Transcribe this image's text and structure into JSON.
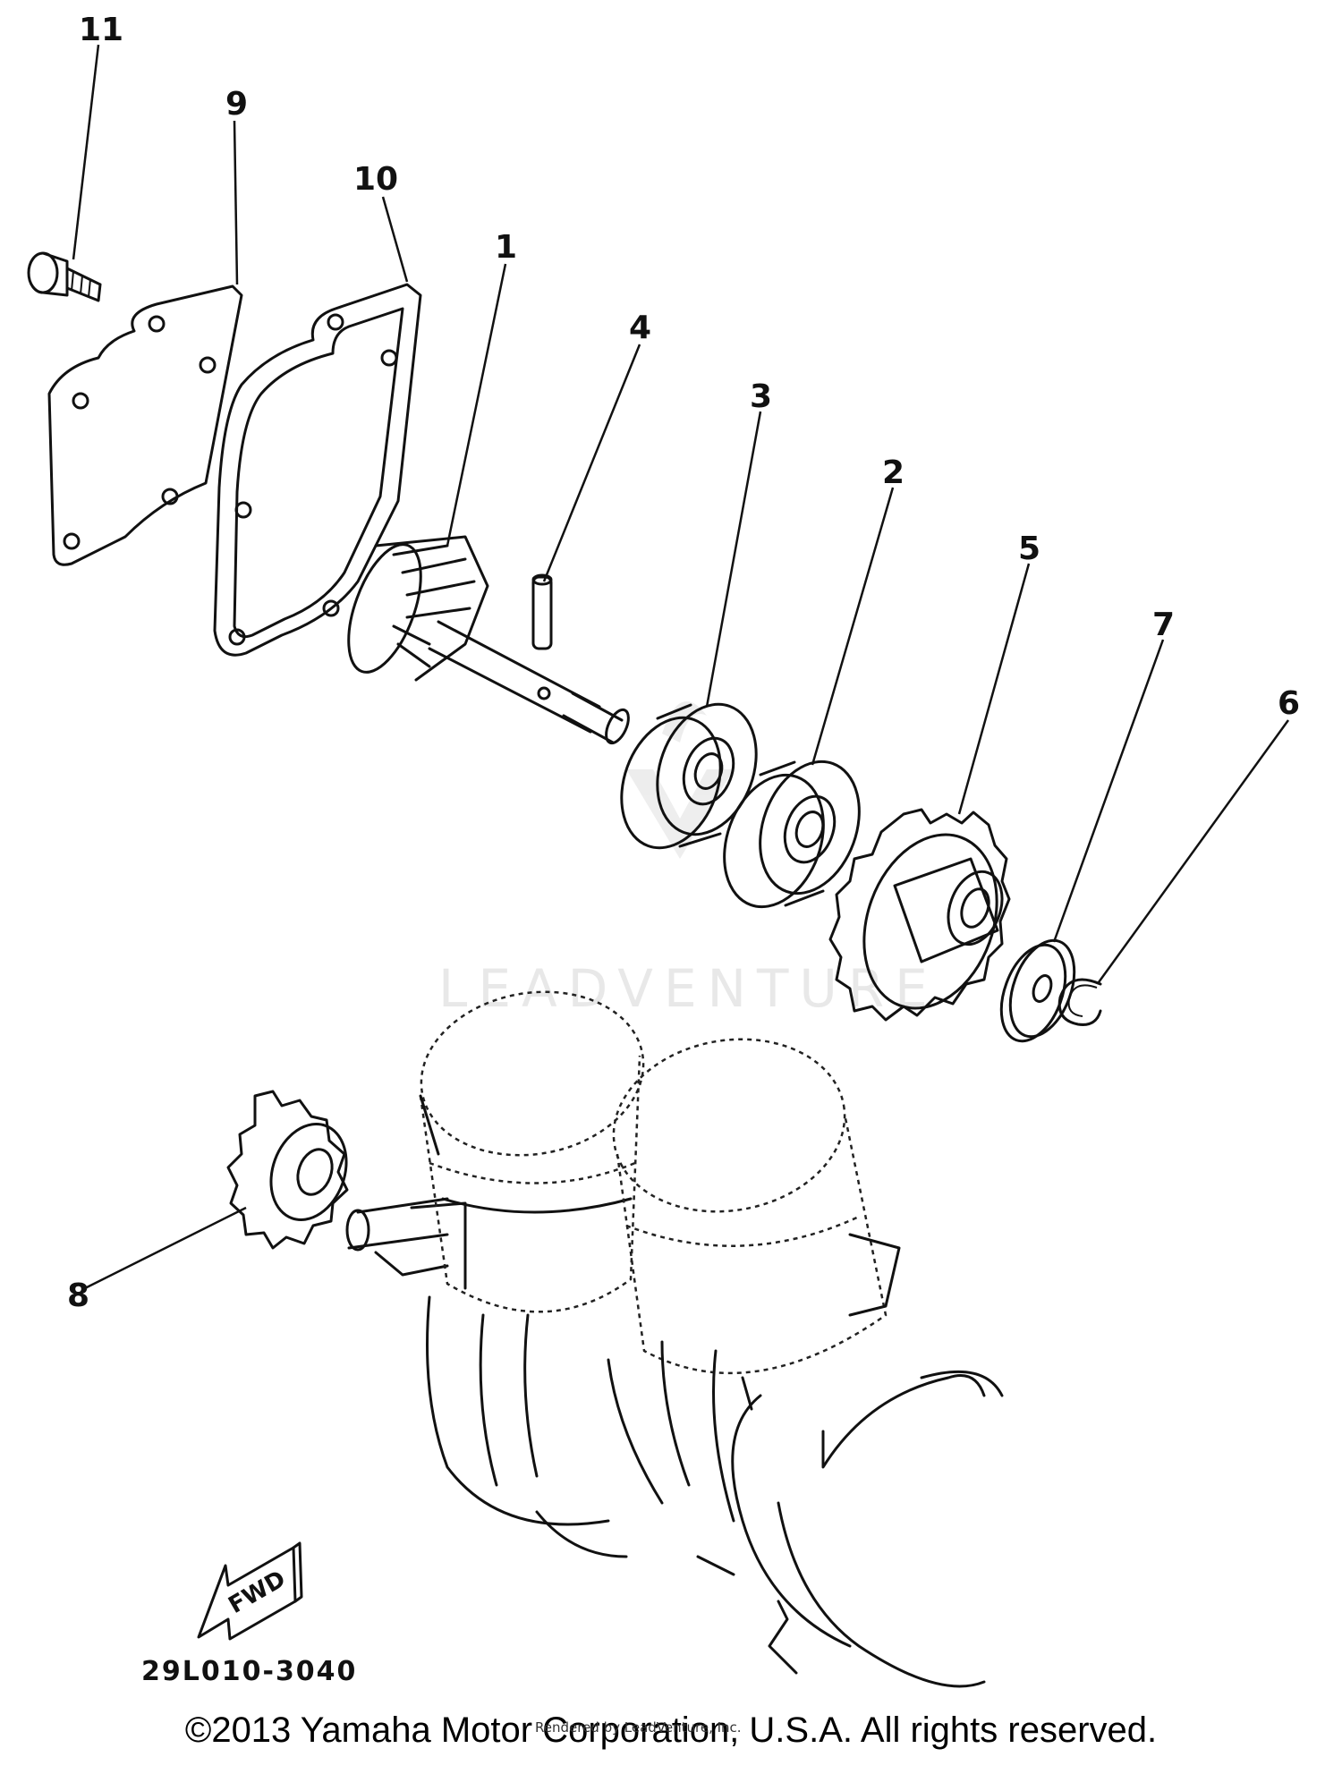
{
  "diagram": {
    "callouts": [
      {
        "id": "11",
        "label": "11"
      },
      {
        "id": "9",
        "label": "9"
      },
      {
        "id": "10",
        "label": "10"
      },
      {
        "id": "1",
        "label": "1"
      },
      {
        "id": "4",
        "label": "4"
      },
      {
        "id": "3",
        "label": "3"
      },
      {
        "id": "2",
        "label": "2"
      },
      {
        "id": "5",
        "label": "5"
      },
      {
        "id": "7",
        "label": "7"
      },
      {
        "id": "6",
        "label": "6"
      },
      {
        "id": "8",
        "label": "8"
      }
    ],
    "fwd_label": "FWD",
    "part_number": "29L010-3040",
    "watermark": "LEADVENTURE"
  },
  "footer": {
    "copyright": "©2013 Yamaha Motor Corporation, U.S.A. All rights reserved.",
    "render_note": "Rendered by LeadVenture, Inc."
  }
}
